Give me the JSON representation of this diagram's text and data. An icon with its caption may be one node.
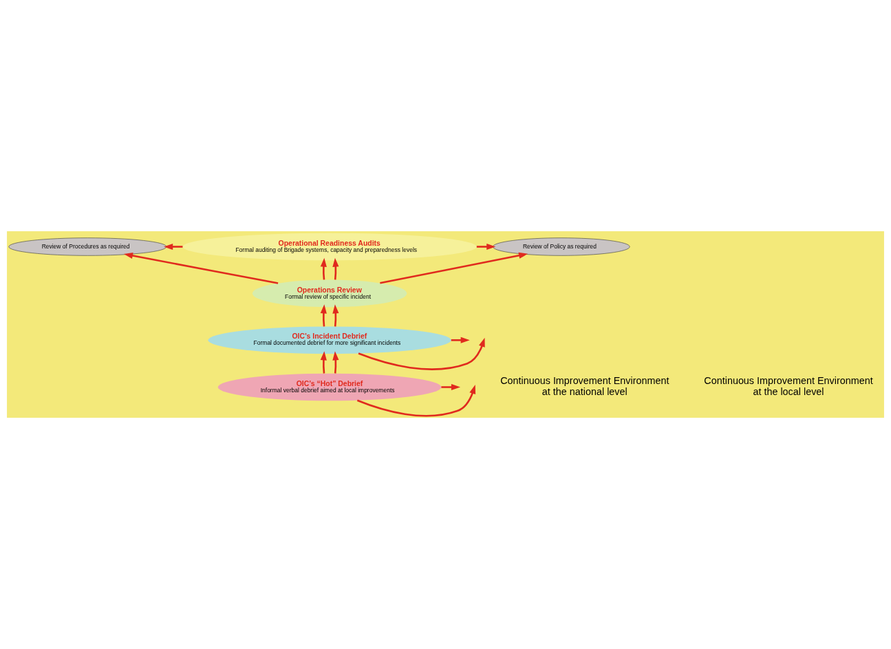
{
  "diagram": {
    "nodes": [
      {
        "text": [
          "Review of Procedures as required"
        ]
      },
      {
        "text": [
          "Operational Readiness Audits",
          "Formal auditing of Brigade systems, capacity and preparedness levels"
        ]
      },
      {
        "text": [
          "Review of Policy as required"
        ]
      },
      {
        "text": [
          "Operations Review",
          "Formal review of specific incident"
        ]
      },
      {
        "text": [
          "OIC’s Incident Debrief",
          "Formal documented debrief for more significant incidents"
        ]
      },
      {
        "text": [
          "OIC’s “Hot” Debrief",
          "Informal verbal debrief aimed at local improvements"
        ]
      }
    ],
    "edges": [
      {
        "from": 1,
        "to": 0,
        "arrow": "to"
      },
      {
        "from": 1,
        "to": 2,
        "arrow": "to"
      },
      {
        "from": 3,
        "to": 1,
        "arrow": "to"
      },
      {
        "from": 3,
        "to": 1,
        "arrow": "to"
      },
      {
        "from": 3,
        "to": 0,
        "arrow": "to"
      },
      {
        "from": 3,
        "to": 2,
        "arrow": "to"
      },
      {
        "from": 4,
        "to": 3,
        "arrow": "to"
      },
      {
        "from": 4,
        "to": 3,
        "arrow": "to"
      },
      {
        "from": 4,
        "to": null,
        "arrow": "to"
      },
      {
        "from": 4,
        "to": null,
        "arrow": "to"
      },
      {
        "from": 5,
        "to": 4,
        "arrow": "to"
      },
      {
        "from": 5,
        "to": 4,
        "arrow": "to"
      },
      {
        "from": 5,
        "to": null,
        "arrow": "to"
      },
      {
        "from": 5,
        "to": null,
        "arrow": "to"
      }
    ],
    "labels": [
      "Continuous Improvement Environment at the national level",
      "Continuous Improvement Environment at the local level"
    ]
  }
}
